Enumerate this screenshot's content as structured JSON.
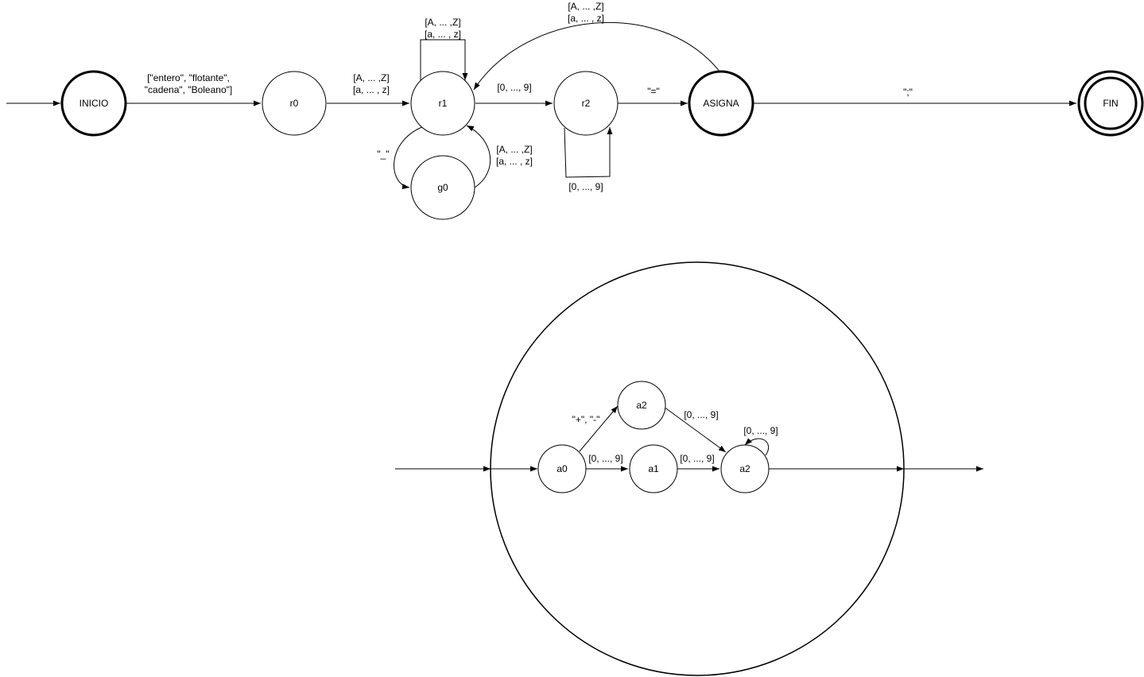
{
  "colors": {
    "stroke": "#000000",
    "background": "#ffffff"
  },
  "automaton_top": {
    "states": {
      "inicio": "INICIO",
      "r0": "r0",
      "r1": "r1",
      "r2": "r2",
      "g0": "g0",
      "asigna": "ASIGNA",
      "fin": "FIN"
    },
    "transitions": {
      "inicio_r0": [
        "[\"entero\", \"flotante\",",
        "\"cadena\", \"Boleano\"]"
      ],
      "r0_r1": [
        "[A, ... ,Z]",
        "[a, ... , z]"
      ],
      "r1_loop": [
        "[A, ... ,Z]",
        "[a, ... , z]"
      ],
      "r1_r2": [
        "[0, ..., 9]"
      ],
      "r1_g0": [
        "\"_\""
      ],
      "g0_r1": [
        "[A, ... ,Z]",
        "[a, ... , z]"
      ],
      "r2_loop": [
        "[0, ..., 9]"
      ],
      "r2_asigna": [
        "\"=\""
      ],
      "asigna_r1": [
        "[A, ... ,Z]",
        "[a, ... , z]"
      ],
      "asigna_fin": [
        "\";\""
      ]
    }
  },
  "automaton_bottom": {
    "states": {
      "a0": "a0",
      "a1": "a1",
      "a2_top": "a2",
      "a2_end": "a2"
    },
    "transitions": {
      "a0_a2top": [
        "\"+\", \"-\""
      ],
      "a2top_a2end": [
        "[0, ..., 9]"
      ],
      "a0_a1": [
        "[0, ..., 9]"
      ],
      "a1_a2end": [
        "[0, ..., 9]"
      ],
      "a2end_loop": [
        "[0, ..., 9]"
      ]
    }
  }
}
